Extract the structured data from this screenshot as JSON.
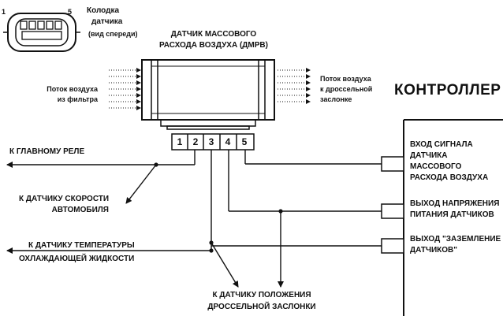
{
  "connector": {
    "pin_first": "1",
    "pin_last": "5",
    "title_line1": "Колодка",
    "title_line2": "датчика",
    "title_line3": "(вид спереди)"
  },
  "sensor": {
    "title_line1": "ДАТЧИК МАССОВОГО",
    "title_line2": "РАСХОДА ВОЗДУХА (ДМРВ)",
    "pins": [
      "1",
      "2",
      "3",
      "4",
      "5"
    ]
  },
  "airflow": {
    "in_line1": "Поток воздуха",
    "in_line2": "из фильтра",
    "out_line1": "Поток воздуха",
    "out_line2": "к дроссельной",
    "out_line3": "заслонке"
  },
  "controller": {
    "title": "КОНТРОЛЛЕР",
    "input_signal": [
      "ВХОД СИГНАЛА",
      "ДАТЧИКА",
      "МАССОВОГО",
      "РАСХОДА ВОЗДУХА"
    ],
    "supply_output": [
      "ВЫХОД НАПРЯЖЕНИЯ",
      "ПИТАНИЯ ДАТЧИКОВ"
    ],
    "ground_output": [
      "ВЫХОД \"ЗАЗЕМЛЕНИЕ",
      "ДАТЧИКОВ\""
    ]
  },
  "destinations": {
    "main_relay": "К ГЛАВНОМУ РЕЛЕ",
    "speed_sensor": [
      "К ДАТЧИКУ СКОРОСТИ",
      "АВТОМОБИЛЯ"
    ],
    "temp_sensor": [
      "К ДАТЧИКУ ТЕМПЕРАТУРЫ",
      "ОХЛАЖДАЮЩЕЙ ЖИДКОСТИ"
    ],
    "throttle_sensor": [
      "К ДАТЧИКУ ПОЛОЖЕНИЯ",
      "ДРОССЕЛЬНОЙ ЗАСЛОНКИ"
    ]
  },
  "colors": {
    "ink": "#111111",
    "background": "#ffffff"
  }
}
